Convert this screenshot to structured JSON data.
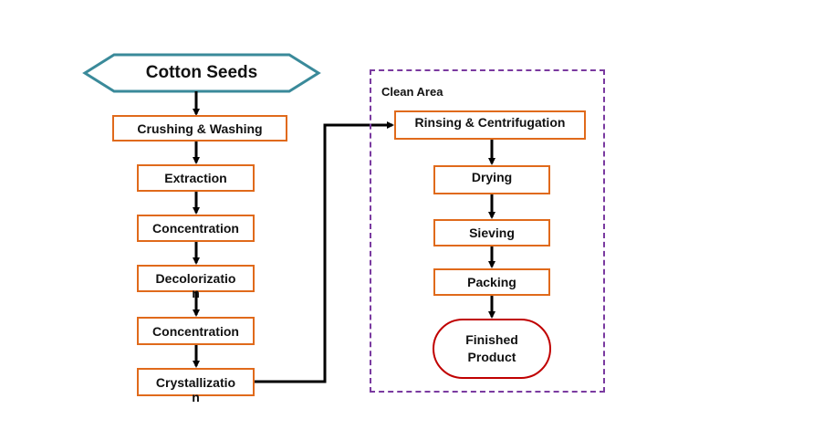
{
  "start": {
    "label": "Cotton Seeds"
  },
  "left_steps": [
    "Crushing & Washing",
    "Extraction",
    "Concentration",
    "Decolorizatio\nn",
    "Concentration",
    "Crystallizatio\nn"
  ],
  "clean_area": {
    "label": "Clean Area",
    "steps": [
      "Rinsing & Centrifugation",
      "Drying",
      "Sieving",
      "Packing"
    ],
    "end": "Finished Product"
  },
  "colors": {
    "step_border": "#e06a1b",
    "start_border": "#3a8a9a",
    "zone_border": "#7a3aa0",
    "end_border": "#c00000",
    "arrow": "#000000"
  }
}
